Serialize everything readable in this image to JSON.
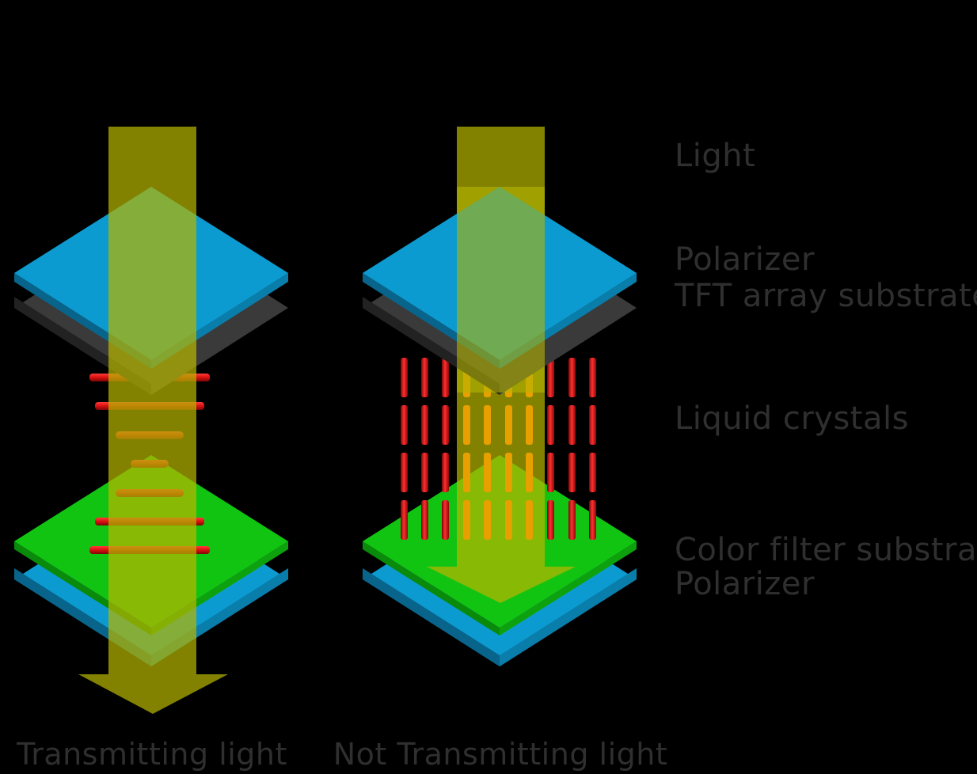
{
  "labels": {
    "light": "Light",
    "polarizer_top": "Polarizer",
    "tft": "TFT array substrate",
    "liquid_crystals": "Liquid crystals",
    "color_filter": "Color filter substrate",
    "polarizer_bottom": "Polarizer"
  },
  "captions": {
    "left": "Transmitting light",
    "right": "Not Transmitting light"
  },
  "colors": {
    "background": "#000000",
    "polarizer": "#0c9bd0",
    "tft_substrate": "#3a3a3a",
    "color_filter": "#12c412",
    "liquid_crystal": "#e01a1a",
    "light_beam": "#b4b400",
    "label_text": "#2f2f2f"
  }
}
